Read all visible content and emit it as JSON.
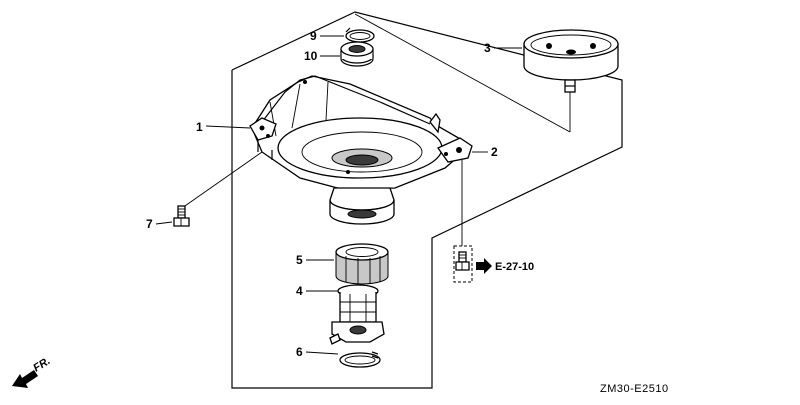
{
  "callouts": {
    "p1": "1",
    "p2": "2",
    "p3": "3",
    "p4": "4",
    "p5": "5",
    "p6": "6",
    "p7": "7",
    "p9": "9",
    "p10": "10"
  },
  "reference": {
    "label": "E-27-10"
  },
  "front_marker": {
    "label": "FR."
  },
  "figure_code": "ZM30-E2510",
  "colors": {
    "line": "#000000",
    "background": "#ffffff",
    "shade": "#c8c8c8"
  }
}
